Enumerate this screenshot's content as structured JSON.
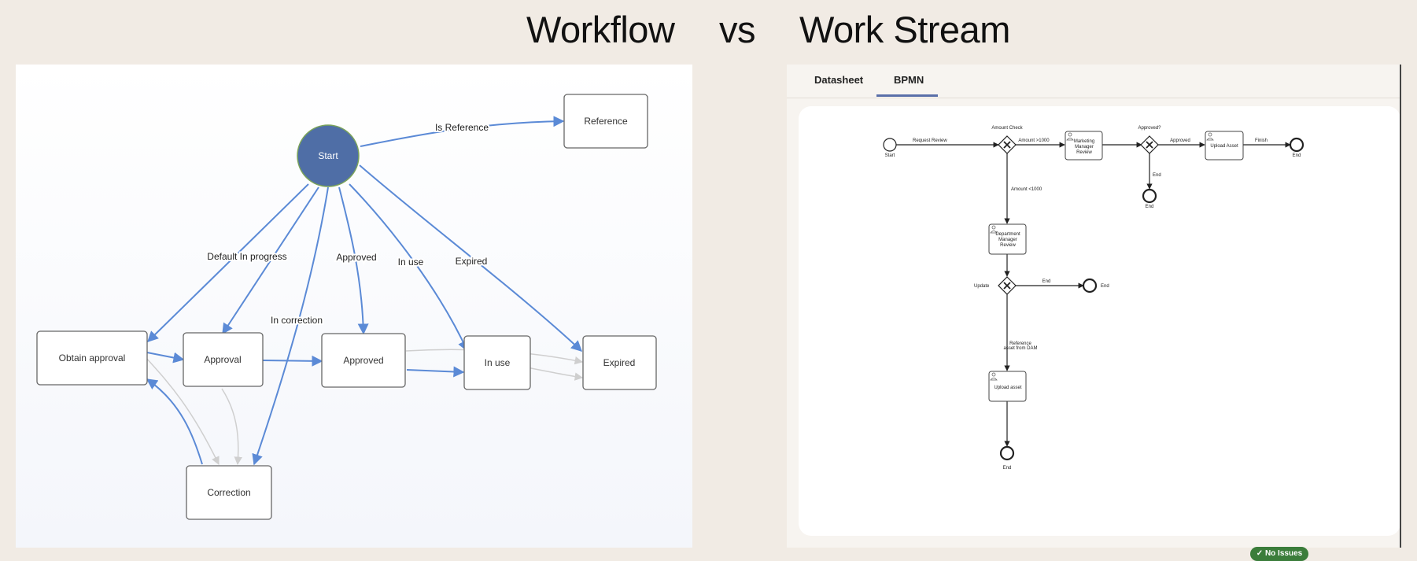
{
  "titles": {
    "left": "Workflow",
    "vs": "vs",
    "right": "Work Stream"
  },
  "workflow": {
    "start": "Start",
    "nodes": {
      "reference": "Reference",
      "obtain_approval": "Obtain approval",
      "approval": "Approval",
      "approved": "Approved",
      "in_use": "In use",
      "expired": "Expired",
      "correction": "Correction"
    },
    "edges": {
      "is_reference": "Is Reference",
      "default_in_progress": "Default In progress",
      "approved": "Approved",
      "in_use": "In use",
      "expired": "Expired",
      "in_correction": "In correction"
    },
    "colors": {
      "start_fill": "#4f6ea6",
      "edge": "#5b8ad6",
      "faded_edge": "#cfcfcf"
    }
  },
  "workstream": {
    "tabs": [
      "Datasheet",
      "BPMN"
    ],
    "active_tab": "BPMN",
    "bpmn": {
      "start": "Start",
      "request_review": "Request Review",
      "amount_check": "Amount Check",
      "amount_gt_1000": "Amount >1000",
      "amount_lt_1000": "Amount <1000",
      "marketing_review": [
        "Marketing",
        "Manager",
        "Review"
      ],
      "approved_q": "Approved?",
      "approved": "Approved",
      "upload_asset_top": "Upload Asset",
      "finish": "Finish",
      "end": "End",
      "department_review": [
        "Department",
        "Manager",
        "Review"
      ],
      "update": "Update",
      "reference_asset": [
        "Reference",
        "asset from DAM"
      ],
      "upload_asset_bottom": "Upload asset"
    },
    "status": "No Issues"
  }
}
